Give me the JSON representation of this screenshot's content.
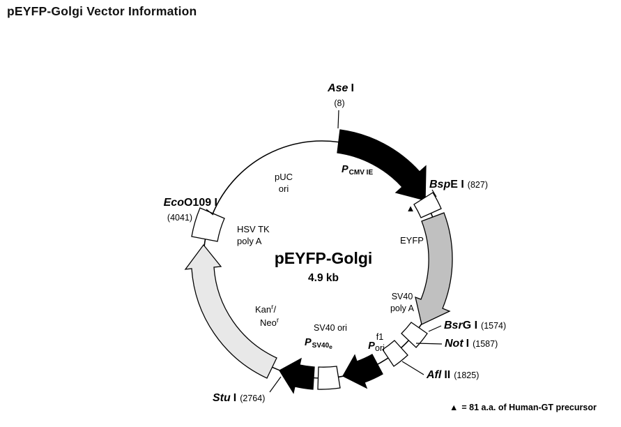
{
  "page_title": "pEYFP-Golgi Vector Information",
  "plasmid": {
    "name": "pEYFP-Golgi",
    "size": "4.9 kb"
  },
  "sites": {
    "ase": {
      "name_italic": "Ase",
      "name_rest": "I",
      "position": "(8)"
    },
    "bspe": {
      "name_italic": "Bsp",
      "name_rest": "E I",
      "position": "(827)"
    },
    "bsrg": {
      "name_italic": "Bsr",
      "name_rest": "G I",
      "position": "(1574)"
    },
    "noti": {
      "name_italic": "Not",
      "name_rest": "I",
      "position": "(1587)"
    },
    "afl": {
      "name_italic": "Afl",
      "name_rest": "II",
      "position": "(1825)"
    },
    "stu": {
      "name_italic": "Stu",
      "name_rest": "I",
      "position": "(2764)"
    },
    "eco": {
      "name_italic": "Eco",
      "name_rest": "O109 I",
      "position": "(4041)"
    }
  },
  "features": {
    "pcmv": {
      "symbol": "P",
      "subscript": "CMV IE"
    },
    "eyfp": {
      "label": "EYFP"
    },
    "sv40_polya": {
      "line1": "SV40",
      "line2": "poly A"
    },
    "f1_ori": {
      "line1": "f1",
      "line2": "ori"
    },
    "p_f1": {
      "symbol": "P"
    },
    "sv40_ori": {
      "label": "SV40 ori"
    },
    "psv40e": {
      "symbol": "P",
      "subscript": "SV40",
      "subscript2": "e"
    },
    "kan_neo": {
      "line1": "Kan",
      "sup1": "r",
      "slash": "/",
      "line2": "Neo",
      "sup2": "r"
    },
    "hsv_tk": {
      "line1": "HSV TK",
      "line2": "poly A"
    },
    "puc_ori": {
      "line1": "pUC",
      "line2": "ori"
    }
  },
  "marker": {
    "glyph": "▲"
  },
  "legend": {
    "glyph": "▲",
    "text": "= 81 a.a. of Human-GT precursor"
  },
  "colors": {
    "feature_black": "#000000",
    "eyfp_gray": "#c0c0c0",
    "kan_gray": "#e8e8e8",
    "box_white": "#ffffff"
  }
}
